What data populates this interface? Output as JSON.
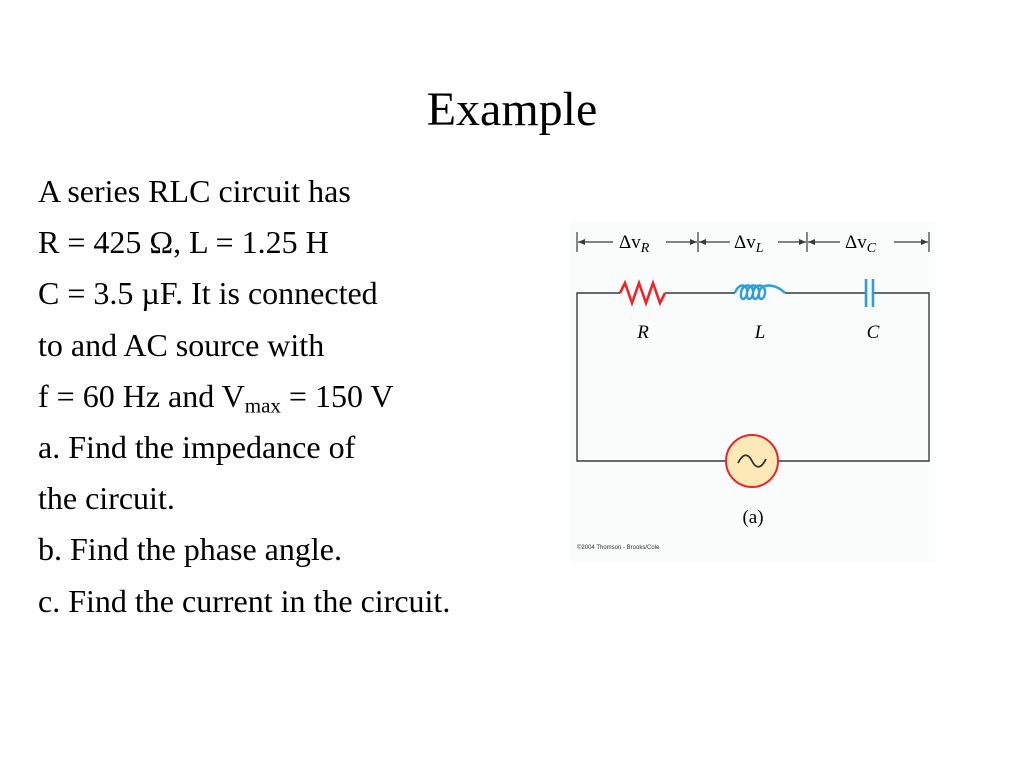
{
  "slide": {
    "title": "Example",
    "lines": [
      "A series RLC circuit has",
      "R = 425 Ω, L = 1.25 H",
      "C = 3.5 µF. It is connected",
      "to and AC source with"
    ],
    "line5_prefix": "f = 60 Hz and V",
    "line5_sub": "max",
    "line5_suffix": " = 150 V",
    "questions": [
      "a. Find the impedance of",
      "the circuit.",
      "b. Find the phase angle.",
      "c. Find the current in the circuit."
    ]
  },
  "figure": {
    "delta_vr": "Δv",
    "delta_vr_sub": "R",
    "delta_vl": "Δv",
    "delta_vl_sub": "L",
    "delta_vc": "Δv",
    "delta_vc_sub": "C",
    "label_r": "R",
    "label_l": "L",
    "label_c": "C",
    "caption": "(a)",
    "credit": "©2004 Thomson - Brooks/Cole",
    "icons": [
      "resistor-icon",
      "inductor-icon",
      "capacitor-icon",
      "ac-source-icon"
    ],
    "colors": {
      "resistor": "#e8262b",
      "inductor": "#2a9fd8",
      "capacitor": "#2a9fd8",
      "source_fill": "#fde9b8",
      "source_stroke": "#e8262b",
      "wire": "#3a3a3a"
    }
  }
}
